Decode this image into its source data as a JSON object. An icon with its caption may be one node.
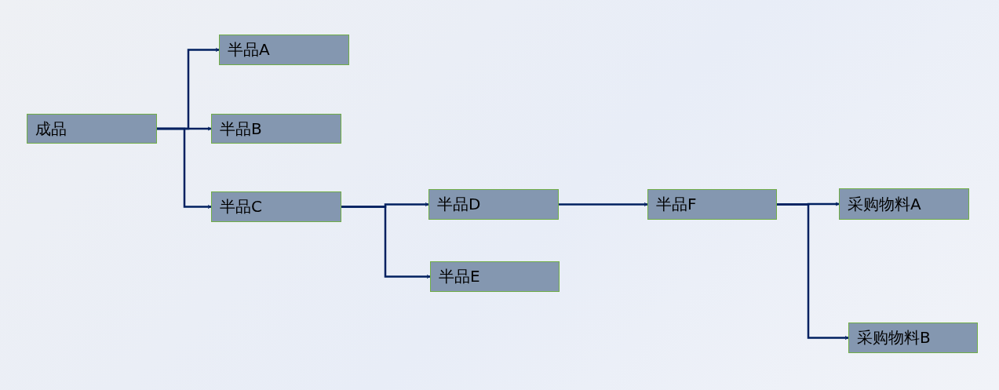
{
  "diagram": {
    "nodes": [
      {
        "text": [
          "成品"
        ]
      },
      {
        "text": [
          "半品A"
        ]
      },
      {
        "text": [
          "半品B"
        ]
      },
      {
        "text": [
          "半品C"
        ]
      },
      {
        "text": [
          "半品D"
        ]
      },
      {
        "text": [
          "半品E"
        ]
      },
      {
        "text": [
          "半品F"
        ]
      },
      {
        "text": [
          "采购物料A"
        ]
      },
      {
        "text": [
          "采购物料B"
        ]
      }
    ],
    "edges": [
      {
        "from": 0,
        "to": 1,
        "arrow": "to"
      },
      {
        "from": 0,
        "to": 2,
        "arrow": "to"
      },
      {
        "from": 0,
        "to": 3,
        "arrow": "to"
      },
      {
        "from": 3,
        "to": 4,
        "arrow": "to"
      },
      {
        "from": 3,
        "to": 5,
        "arrow": "to"
      },
      {
        "from": 4,
        "to": 6,
        "arrow": "to"
      },
      {
        "from": 6,
        "to": 7,
        "arrow": "to"
      },
      {
        "from": 6,
        "to": 8,
        "arrow": "to"
      }
    ]
  }
}
